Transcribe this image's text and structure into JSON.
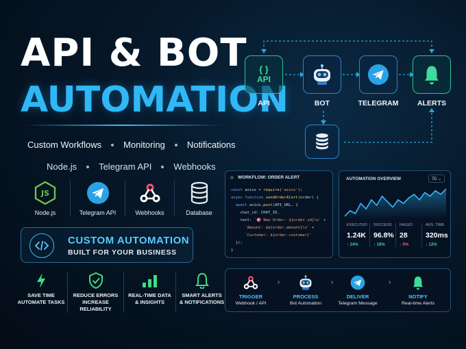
{
  "headline": {
    "line1": "API & BOT",
    "line2": "AUTOMATION"
  },
  "features": [
    "Custom Workflows",
    "Monitoring",
    "Notifications"
  ],
  "tech": [
    "Node.js",
    "Telegram API",
    "Webhooks"
  ],
  "tech_icons": [
    {
      "label": "Node.js",
      "icon": "nodejs-icon"
    },
    {
      "label": "Telegram API",
      "icon": "telegram-icon"
    },
    {
      "label": "Webhooks",
      "icon": "webhook-icon"
    },
    {
      "label": "Database",
      "icon": "database-icon"
    }
  ],
  "custom_box": {
    "title": "CUSTOM AUTOMATION",
    "subtitle": "BUILT FOR YOUR BUSINESS",
    "icon": "code-icon"
  },
  "benefits": [
    {
      "line1": "SAVE TIME",
      "line2": "AUTOMATE TASKS",
      "icon": "lightning-icon"
    },
    {
      "line1": "REDUCE ERRORS",
      "line2": "INCREASE RELIABILITY",
      "icon": "shield-check-icon"
    },
    {
      "line1": "REAL-TIME DATA",
      "line2": "& INSIGHTS",
      "icon": "bar-chart-icon"
    },
    {
      "line1": "SMART ALERTS",
      "line2": "& NOTIFICATIONS",
      "icon": "bell-icon"
    }
  ],
  "flow": {
    "nodes": [
      {
        "label": "API",
        "icon_text": "{ }",
        "icon_sub": "API"
      },
      {
        "label": "BOT",
        "icon": "robot-icon"
      },
      {
        "label": "TELEGRAM",
        "icon": "telegram-icon"
      },
      {
        "label": "ALERTS",
        "icon": "bell-icon"
      }
    ],
    "db_icon": "database-icon"
  },
  "code_panel": {
    "title": "WORKFLOW: ORDER ALERT",
    "lines": [
      "const axios = require('axios');",
      "",
      "async function sendOrderAlert(order) {",
      "  await axios.post(API_URL, {",
      "    chat_id: CHAT_ID,",
      "    text: `🎯 New Order: ${order.id}\\n` +",
      "      `Amount: $${order.amount}\\n` +",
      "      `Customer: ${order.customer}`",
      "  });",
      "}"
    ]
  },
  "overview": {
    "title": "AUTOMATION OVERVIEW",
    "range": "7D ⌄",
    "stats": [
      {
        "label": "EXECUTED",
        "value": "1.24K",
        "change": "↑ 24%",
        "dir": "up"
      },
      {
        "label": "SUCCESS",
        "value": "96.8%",
        "change": "↑ 18%",
        "dir": "up"
      },
      {
        "label": "FAILED",
        "value": "28",
        "change": "↓ 9%",
        "dir": "down"
      },
      {
        "label": "AVG. TIME",
        "value": "320ms",
        "change": "↓ 12%",
        "dir": "up"
      }
    ],
    "sparkline": [
      12,
      18,
      15,
      26,
      20,
      30,
      24,
      34,
      28,
      22,
      30,
      26,
      32,
      36,
      30,
      38,
      34,
      40,
      36,
      42
    ]
  },
  "pipeline": [
    {
      "title": "TRIGGER",
      "sub": "Webhook / API",
      "icon": "webhook-icon"
    },
    {
      "title": "PROCESS",
      "sub": "Bot Automation",
      "icon": "robot-icon"
    },
    {
      "title": "DELIVER",
      "sub": "Telegram Message",
      "icon": "telegram-icon"
    },
    {
      "title": "NOTIFY",
      "sub": "Real-time Alerts",
      "icon": "bell-icon"
    }
  ],
  "colors": {
    "accent": "#2fb8f5",
    "teal": "#2ec49a",
    "up": "#39d98a",
    "down": "#ff5d5d"
  }
}
